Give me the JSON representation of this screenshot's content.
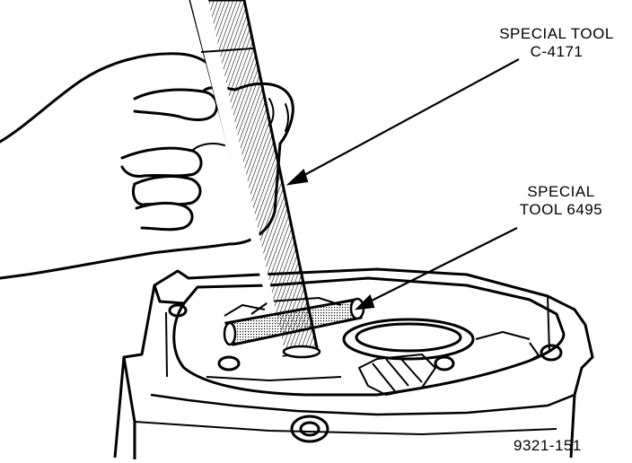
{
  "labels": {
    "tool_c4171": {
      "line1": "SPECIAL TOOL",
      "line2": "C-4171"
    },
    "tool_6495": {
      "line1": "SPECIAL",
      "line2": "TOOL 6495"
    }
  },
  "figure_number": "9321-151",
  "colors": {
    "ink": "#000000",
    "background": "#ffffff"
  }
}
